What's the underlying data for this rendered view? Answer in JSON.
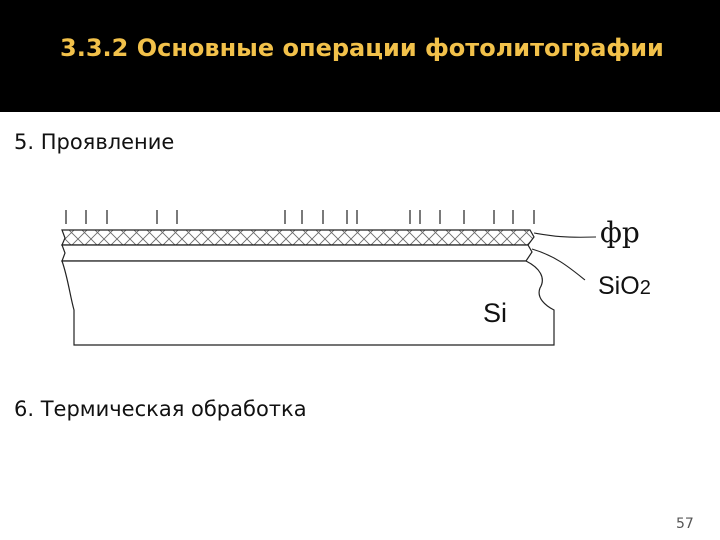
{
  "header": {
    "title": "3.3.2 Основные операции фотолитографии"
  },
  "steps": {
    "step5": "5. Проявление",
    "step6": "6. Термическая обработка"
  },
  "diagram": {
    "labels": {
      "photoresist": "фр",
      "oxide_main": "Si",
      "oxide_sub": "O",
      "oxide_index": "2",
      "substrate": "Si"
    }
  },
  "footer": {
    "page_number": "57"
  },
  "colors": {
    "header_bg": "#000000",
    "title": "#f2c14a"
  }
}
